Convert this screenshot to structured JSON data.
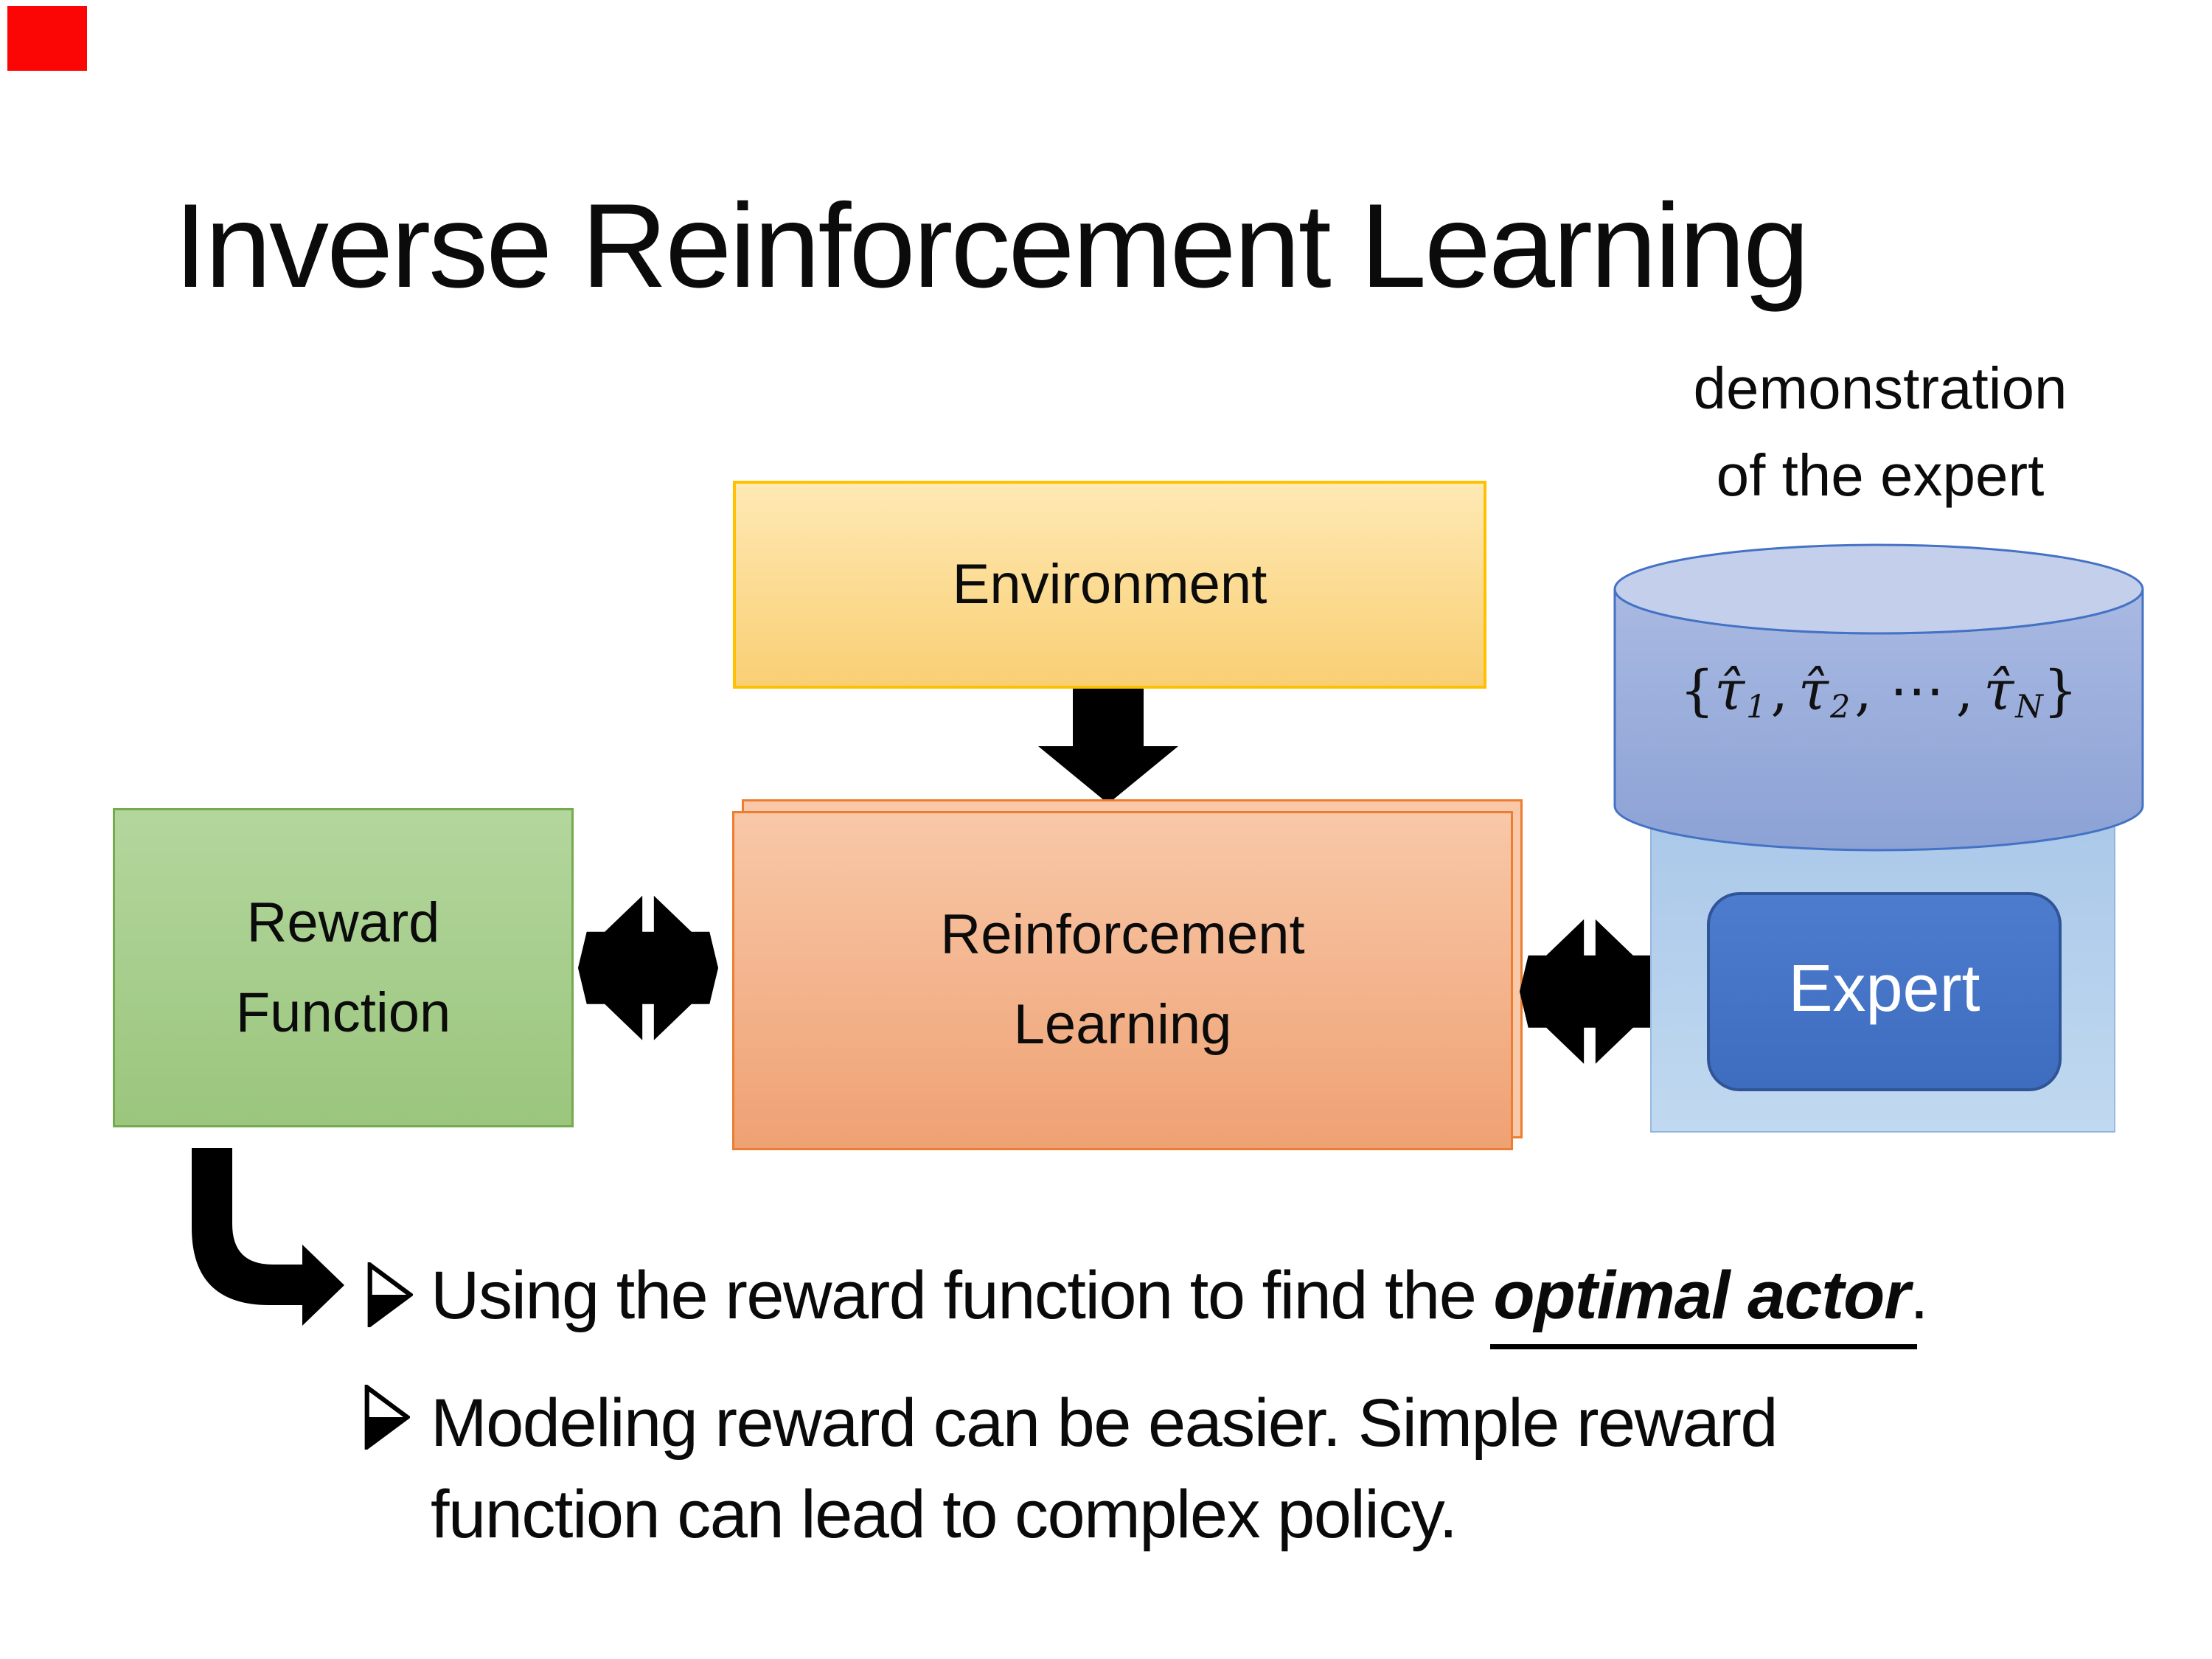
{
  "title": "Inverse Reinforcement Learning",
  "demo_label": {
    "line1": "demonstration",
    "line2": "of the expert"
  },
  "environment": {
    "label": "Environment"
  },
  "reward_function": {
    "line1": "Reward",
    "line2": "Function"
  },
  "reinforcement_learning": {
    "line1": "Reinforcement",
    "line2": "Learning"
  },
  "expert": {
    "label": "Expert"
  },
  "demonstrations": {
    "open_brace": "{",
    "tau": "τ̂",
    "sub_1": "1",
    "sub_2": "2",
    "comma": ",",
    "dots": "⋯",
    "sub_n": "N",
    "close_brace": "}"
  },
  "bullets": {
    "bullet1": {
      "prefix": "Using the reward function to find the ",
      "emphasis": "optimal actor",
      "suffix": "."
    },
    "bullet2": {
      "line1": "Modeling reward can be easier. Simple reward",
      "line2": "function can lead to complex policy."
    }
  },
  "colors": {
    "marker_red": "#FB0505",
    "environment_border": "#FFC000",
    "environment_fill_top": "#FEE9B4",
    "environment_fill_bottom": "#F9CF74",
    "reward_border": "#74AB4E",
    "reward_fill_top": "#B3D69D",
    "reward_fill_bottom": "#9BC67D",
    "rl_border": "#ED7D31",
    "rl_fill_top": "#F8C8A8",
    "rl_fill_bottom": "#EFA173",
    "expert_panel_top": "#A7C5E8",
    "expert_panel_bottom": "#C0D9F0",
    "expert_fill": "#4472C4",
    "expert_border": "#2F5597",
    "cylinder_border": "#4472C4",
    "cylinder_top_fill": "#C4CFEC",
    "cylinder_body_top": "#A9B9E2",
    "cylinder_body_bottom": "#8CA2D5",
    "arrow_black": "#000000"
  }
}
